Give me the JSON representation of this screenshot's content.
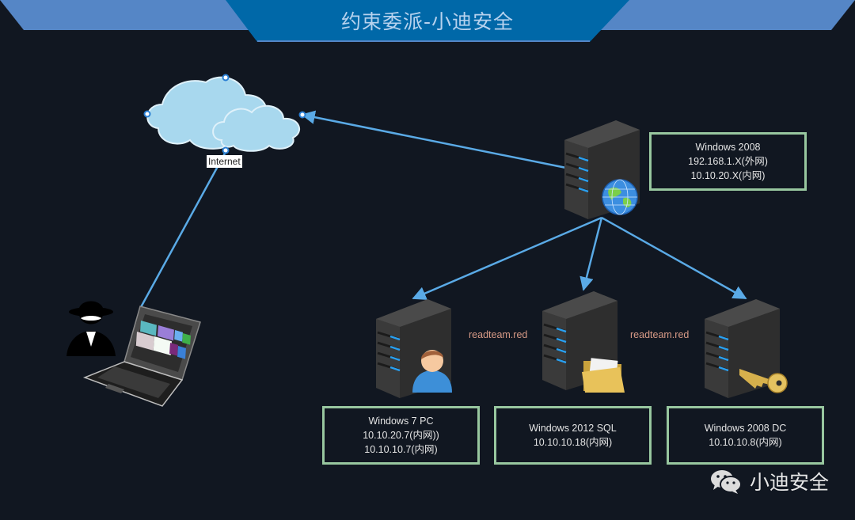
{
  "header": {
    "title": "约束委派-小迪安全",
    "colors": {
      "banner_light": "#5586c6",
      "banner_dark": "#0068a8",
      "background": "#111721"
    }
  },
  "internet": {
    "label": "Internet",
    "icon": "cloud-icon"
  },
  "attacker": {
    "icons": [
      "hacker-icon",
      "laptop-icon"
    ]
  },
  "nodes": {
    "gateway": {
      "icon": "server-globe-icon",
      "lines": [
        "Windows 2008",
        "192.168.1.X(外网)",
        "10.10.20.X(内网)"
      ]
    },
    "pc": {
      "icon": "server-user-icon",
      "lines": [
        "Windows 7 PC",
        "10.10.20.7(内网))",
        "10.10.10.7(内网)"
      ]
    },
    "sql": {
      "icon": "server-folder-icon",
      "lines": [
        "Windows 2012 SQL",
        "10.10.10.18(内网)"
      ]
    },
    "dc": {
      "icon": "server-key-icon",
      "lines": [
        "Windows 2008 DC",
        "10.10.10.8(内网)"
      ]
    }
  },
  "edge_labels": {
    "pc_sql": "readteam.red",
    "sql_dc": "readteam.red"
  },
  "link_color": "#5aaae6",
  "box_border_color": "#98c79f",
  "watermark": {
    "icon": "wechat-icon",
    "text": "小迪安全"
  }
}
